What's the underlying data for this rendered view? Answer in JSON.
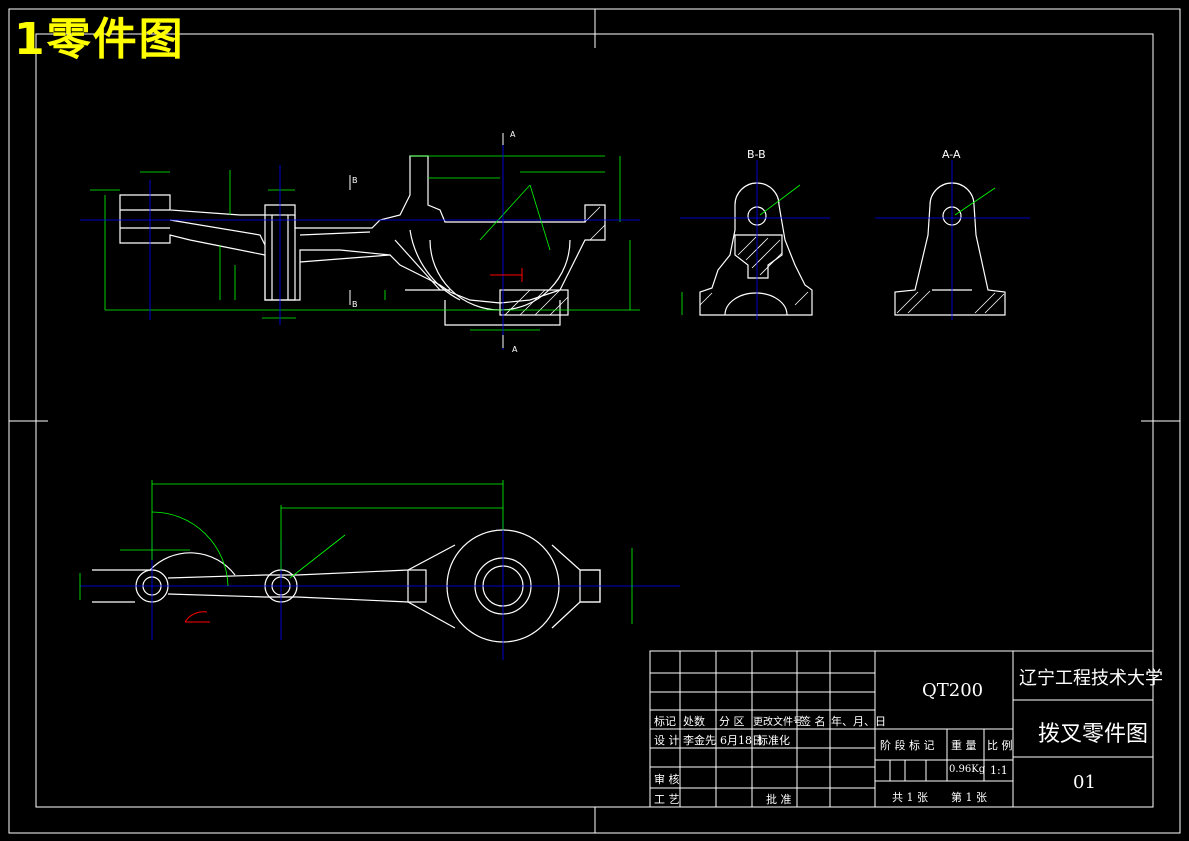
{
  "title": "1零件图",
  "views": {
    "section_bb": "B-B",
    "section_aa": "A-A",
    "cut_a_top": "A",
    "cut_a_bottom": "A",
    "cut_b_top": "B",
    "cut_b_bottom": "B"
  },
  "title_block": {
    "material": "QT200",
    "school": "辽宁工程技术大学",
    "drawing_name": "拨叉零件图",
    "drawing_no": "01",
    "weight": "0.96Kg",
    "scale": "1:1",
    "header_row": [
      "标记",
      "处数",
      "分 区",
      "更改文件号",
      "签 名",
      "年、月、日"
    ],
    "design_row": [
      "设 计",
      "李金先",
      "6月18日",
      "标准化"
    ],
    "review": "审 核",
    "process": "工 艺",
    "approve": "批 准",
    "stage_row": [
      "阶 段 标 记",
      "重 量",
      "比 例"
    ],
    "sheet_total": "共 1   张",
    "sheet_no": "第  1 张"
  },
  "colors": {
    "background": "#000000",
    "outline": "#ffffff",
    "dimension": "#00ff00",
    "centerline": "#0000ff",
    "title": "#ffff00",
    "annotation": "#ff0000"
  }
}
